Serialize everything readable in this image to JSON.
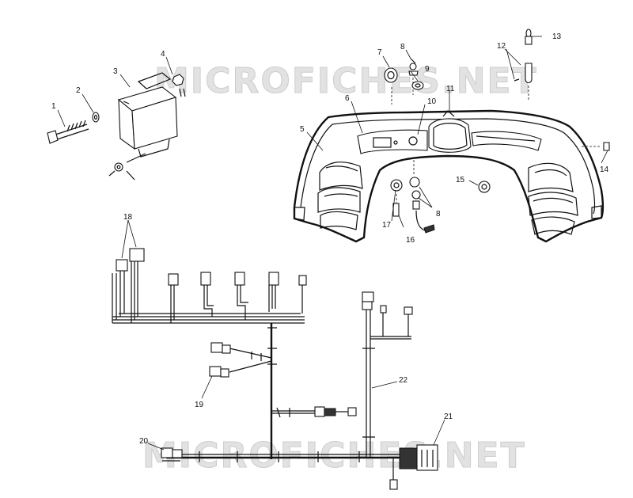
{
  "watermark": "MICROFICHES.NET",
  "callouts": {
    "c1": "1",
    "c2": "2",
    "c3": "3",
    "c4": "4",
    "c5": "5",
    "c6": "6",
    "c7": "7",
    "c8a": "8",
    "c8b": "8",
    "c9": "9",
    "c10": "10",
    "c11": "11",
    "c12": "12",
    "c13": "13",
    "c14": "14",
    "c15": "15",
    "c16": "16",
    "c17": "17",
    "c18": "18",
    "c19": "19",
    "c20": "20",
    "c21": "21",
    "c22": "22"
  }
}
